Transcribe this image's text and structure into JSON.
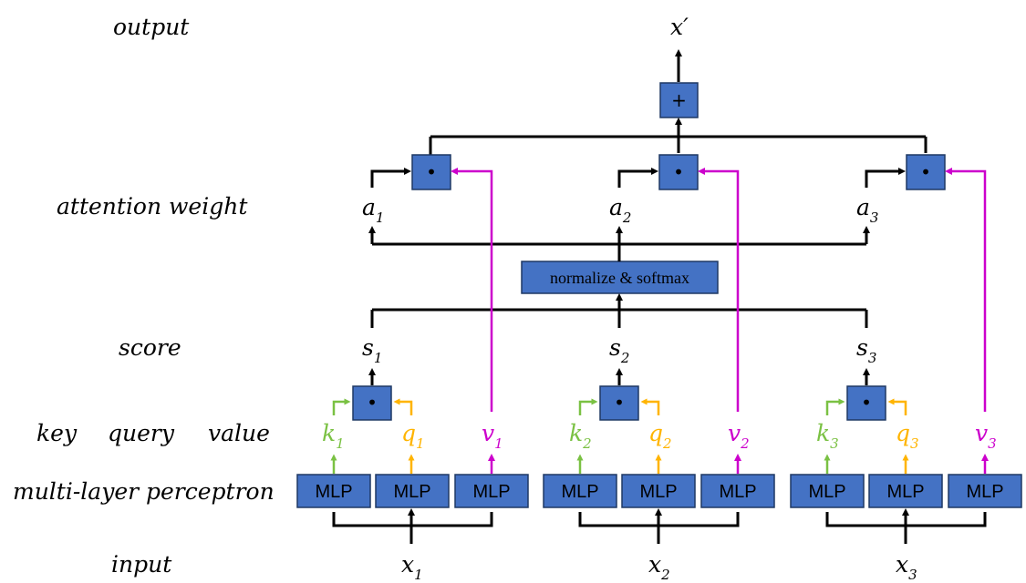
{
  "row_labels": {
    "output": "output",
    "attention": "attention weight",
    "score": "score",
    "key": "key",
    "query": "query",
    "value": "value",
    "mlp": "multi-layer perceptron",
    "input": "input"
  },
  "output_var": "x′",
  "plus_symbol": "+",
  "dot_symbol": "•",
  "normalize_label": "normalize & softmax",
  "mlp_label": "MLP",
  "groups": [
    {
      "x": "x",
      "x_sub": "1",
      "k": "k",
      "k_sub": "1",
      "q": "q",
      "q_sub": "1",
      "v": "v",
      "v_sub": "1",
      "s": "s",
      "s_sub": "1",
      "a": "a",
      "a_sub": "1"
    },
    {
      "x": "x",
      "x_sub": "2",
      "k": "k",
      "k_sub": "2",
      "q": "q",
      "q_sub": "2",
      "v": "v",
      "v_sub": "2",
      "s": "s",
      "s_sub": "2",
      "a": "a",
      "a_sub": "2"
    },
    {
      "x": "x",
      "x_sub": "3",
      "k": "k",
      "k_sub": "3",
      "q": "q",
      "q_sub": "3",
      "v": "v",
      "v_sub": "3",
      "s": "s",
      "s_sub": "3",
      "a": "a",
      "a_sub": "3"
    }
  ],
  "colors": {
    "box_fill": "#4472c4",
    "key": "#7ac143",
    "query": "#ffb400",
    "value": "#cc00cc",
    "arrow": "#000000"
  }
}
